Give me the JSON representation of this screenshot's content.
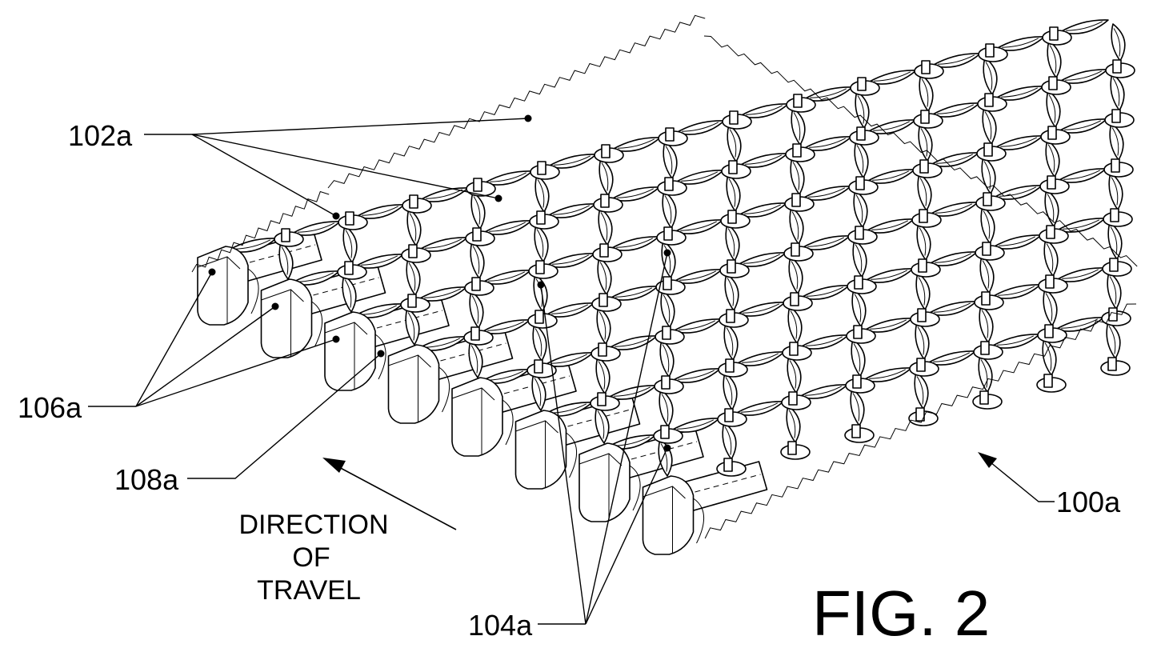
{
  "figure": {
    "title": "FIG. 2",
    "labels": {
      "ref_102a": "102a",
      "ref_104a": "104a",
      "ref_106a": "106a",
      "ref_108a": "108a",
      "ref_100a": "100a"
    },
    "direction_text": {
      "line1": "DIRECTION",
      "line2": "OF",
      "line3": "TRAVEL"
    }
  }
}
